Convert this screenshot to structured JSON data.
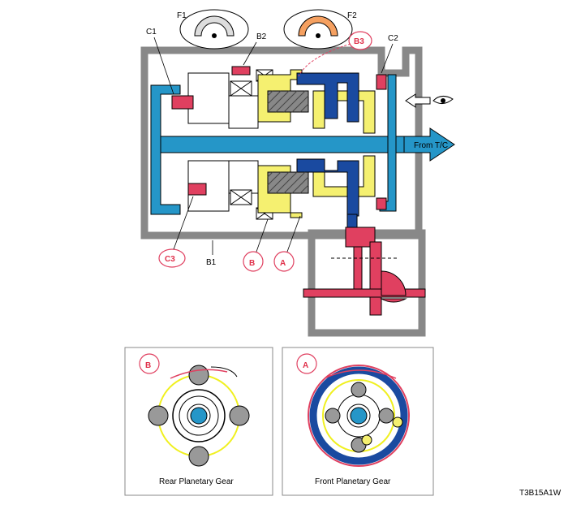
{
  "labels": {
    "c1": "C1",
    "f1": "F1",
    "b2": "B2",
    "f2": "F2",
    "b3": "B3",
    "c2": "C2",
    "from_tc": "From T/C",
    "c3": "C3",
    "b1": "B1",
    "marker_b": "B",
    "marker_a": "A"
  },
  "panels": {
    "rear": {
      "marker": "B",
      "caption": "Rear Planetary Gear"
    },
    "front": {
      "marker": "A",
      "caption": "Front Planetary Gear"
    }
  },
  "figure_code": "T3B15A1W",
  "colors": {
    "housing": "#888888",
    "shaft_blue": "#2596c8",
    "dark_blue": "#1a4aa0",
    "yellow": "#f5f070",
    "red": "#e04060",
    "gear_grey": "#999999"
  }
}
